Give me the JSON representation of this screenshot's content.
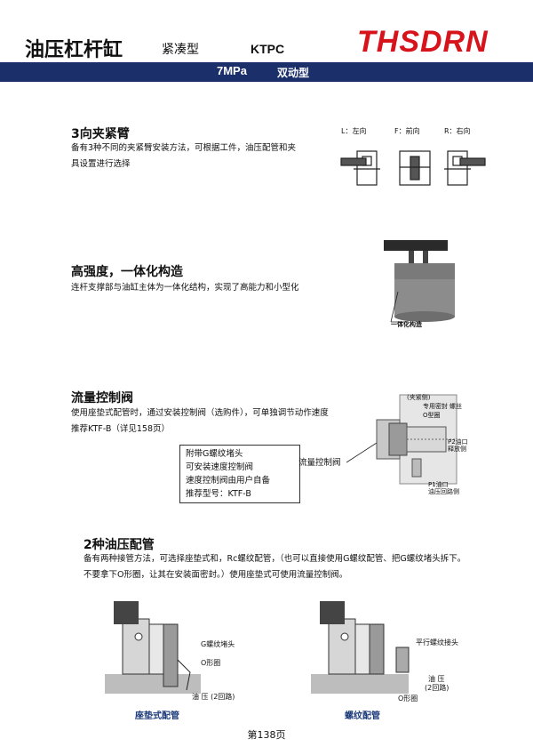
{
  "header": {
    "title": "油压杠杆缸",
    "subtitle": "紧凑型",
    "model": "KTPC",
    "brand": "THSDRN",
    "band_pressure": "7MPa",
    "band_type": "双动型",
    "brand_color": "#d7131b",
    "band_color": "#1b2f6b"
  },
  "section1": {
    "heading": "3向夹紧臂",
    "line1": "备有3种不同的夹紧臂安装方法，可根据工件，油压配管和夹",
    "line2": "具设置进行选择",
    "labels": [
      "L：左向",
      "F：前向",
      "R：右向"
    ]
  },
  "section2": {
    "heading": "高强度，一体化构造",
    "line1": "连杆支撑部与油缸主体为一体化结构，实现了高能力和小型化",
    "callout": "一体化构造"
  },
  "section3": {
    "heading": "流量控制阀",
    "line1": "使用座垫式配管时，通过安装控制阀（选购件），可单独调节动作速度",
    "line2": "推荐KTF-B（详见158页）",
    "box_lines": [
      "附带G螺纹堵头",
      "可安装速度控制阀",
      "速度控制阀由用户自备",
      "推荐型号：KTF-B"
    ],
    "valve_label": "流量控制阀",
    "diagram_labels": [
      "(夹紧侧)",
      "专用密封",
      "螺丝",
      "O型圈",
      "P2油口",
      "释放侧",
      "P1油口",
      "油压回路侧"
    ]
  },
  "section4": {
    "heading": "2种油压配管",
    "line1": "备有两种接管方法，可选择座垫式和，Rc螺纹配管，（也可以直接使用G螺纹配管、把G螺纹堵头拆下。",
    "line2": "不要拿下O形圈，让其在安装面密封。）使用座垫式可使用流量控制阀。",
    "left_labels": [
      "G螺纹堵头",
      "O形圈",
      "油 压 (2回路)"
    ],
    "right_labels": [
      "平行螺纹接头",
      "油 压",
      "(2回路)",
      "O形圈"
    ],
    "caption_left": "座垫式配管",
    "caption_right": "螺纹配管"
  },
  "footer": {
    "page": "第138页"
  }
}
